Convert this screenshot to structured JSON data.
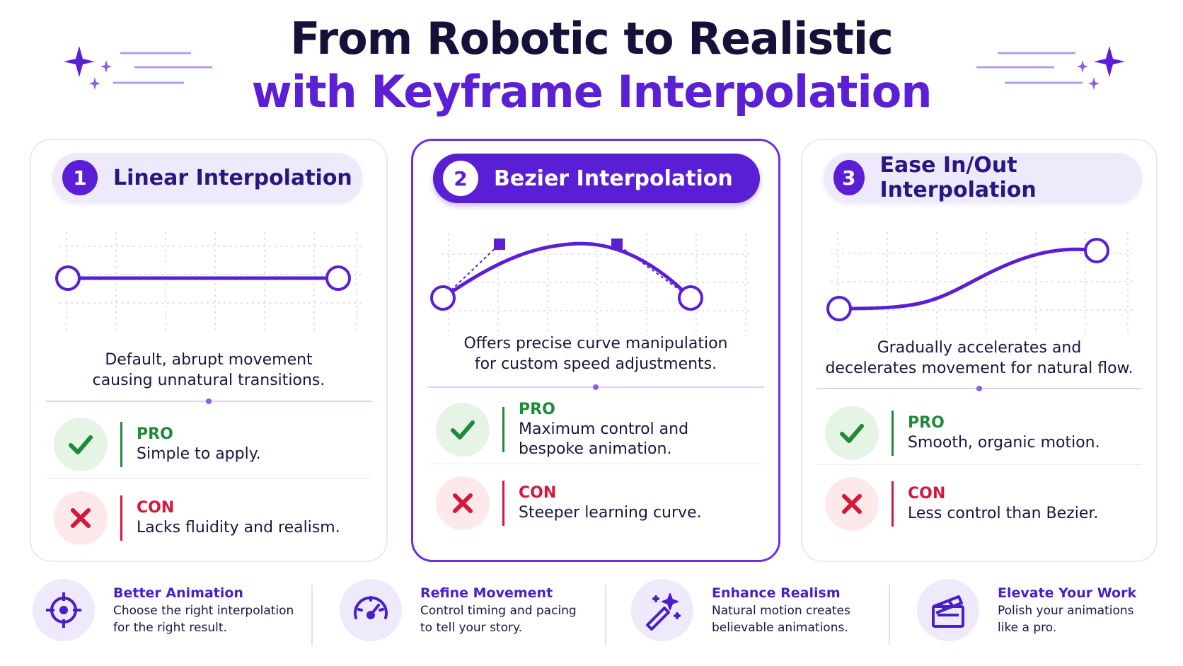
{
  "title": {
    "line1": "From Robotic to Realistic",
    "line2": "with Keyframe Interpolation"
  },
  "colors": {
    "primary": "#5a1fd4",
    "dark": "#15123a",
    "pro": "#1f8a3a",
    "con": "#d4173c"
  },
  "cards": [
    {
      "number": "1",
      "name": "Linear Interpolation",
      "description_l1": "Default, abrupt movement",
      "description_l2": "causing unnatural transitions.",
      "pro_label": "PRO",
      "pro_text_l1": "Simple to apply.",
      "pro_text_l2": "",
      "con_label": "CON",
      "con_text": "Lacks fluidity and realism.",
      "graph": "linear-curve"
    },
    {
      "number": "2",
      "name": "Bezier Interpolation",
      "description_l1": "Offers precise curve manipulation",
      "description_l2": "for custom speed adjustments.",
      "pro_label": "PRO",
      "pro_text_l1": "Maximum control and",
      "pro_text_l2": "bespoke animation.",
      "con_label": "CON",
      "con_text": "Steeper learning curve.",
      "graph": "bezier-curve"
    },
    {
      "number": "3",
      "name": "Ease In/Out Interpolation",
      "description_l1": "Gradually accelerates and",
      "description_l2": "decelerates movement for natural flow.",
      "pro_label": "PRO",
      "pro_text_l1": "Smooth, organic motion.",
      "pro_text_l2": "",
      "con_label": "CON",
      "con_text": "Less control than Bezier.",
      "graph": "ease-curve"
    }
  ],
  "features": [
    {
      "icon": "crosshair-icon",
      "heading": "Better Animation",
      "line1": "Choose the right interpolation",
      "line2": "for the right result."
    },
    {
      "icon": "speedometer-icon",
      "heading": "Refine Movement",
      "line1": "Control timing and pacing",
      "line2": "to tell your story."
    },
    {
      "icon": "magic-wand-icon",
      "heading": "Enhance Realism",
      "line1": "Natural motion creates",
      "line2": "believable animations."
    },
    {
      "icon": "clapperboard-icon",
      "heading": "Elevate Your Work",
      "line1": "Polish your animations",
      "line2": "like a pro."
    }
  ]
}
